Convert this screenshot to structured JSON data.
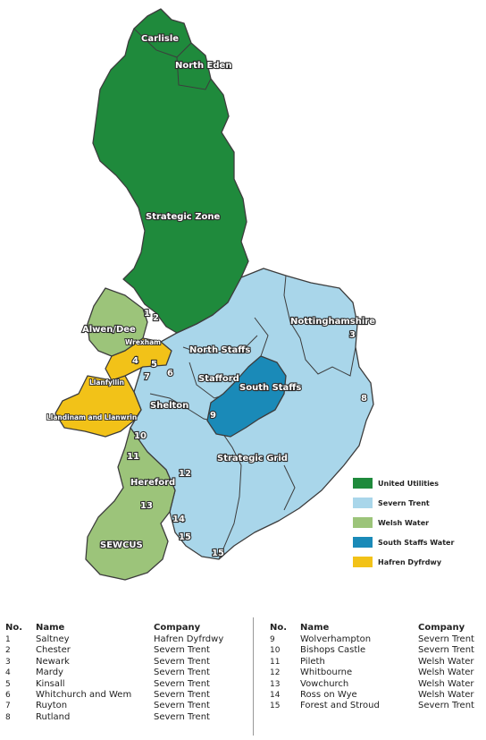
{
  "colors": {
    "united_utilities": "#1f8a3c",
    "severn_trent": "#a9d6ea",
    "welsh_water": "#9cc47a",
    "south_staffs_water": "#1a8ab8",
    "hafren_dyfrdwy": "#f2c218"
  },
  "map": {
    "labels": {
      "carlisle": "Carlisle",
      "north_eden": "North Eden",
      "strategic_zone": "Strategic Zone",
      "alwen_dee": "Alwen/Dee",
      "wrexham": "Wrexham",
      "llanfyllin": "Llanfyllin",
      "llandinam": "Llandinam and Llanwrin",
      "north_staffs": "North Staffs",
      "nottinghamshire": "Nottinghamshire",
      "stafford": "Stafford",
      "south_staffs": "South Staffs",
      "shelton": "Shelton",
      "strategic_grid": "Strategic Grid",
      "hereford": "Hereford",
      "sewcus": "SEWCUS"
    },
    "numbers": [
      "1",
      "2",
      "3",
      "4",
      "5",
      "6",
      "7",
      "8",
      "9",
      "10",
      "11",
      "12",
      "13",
      "14",
      "15",
      "15"
    ]
  },
  "legend": [
    {
      "label": "United Utilities",
      "color": "#1f8a3c"
    },
    {
      "label": "Severn Trent",
      "color": "#a9d6ea"
    },
    {
      "label": "Welsh Water",
      "color": "#9cc47a"
    },
    {
      "label": "South Staffs Water",
      "color": "#1a8ab8"
    },
    {
      "label": "Hafren Dyfrdwy",
      "color": "#f2c218"
    }
  ],
  "table": {
    "headers": {
      "no": "No.",
      "name": "Name",
      "company": "Company"
    },
    "left": [
      {
        "no": "1",
        "name": "Saltney",
        "company": "Hafren Dyfrdwy"
      },
      {
        "no": "2",
        "name": "Chester",
        "company": "Severn Trent"
      },
      {
        "no": "3",
        "name": "Newark",
        "company": "Severn Trent"
      },
      {
        "no": "4",
        "name": "Mardy",
        "company": "Severn Trent"
      },
      {
        "no": "5",
        "name": "Kinsall",
        "company": "Severn Trent"
      },
      {
        "no": "6",
        "name": "Whitchurch and Wem",
        "company": "Severn Trent"
      },
      {
        "no": "7",
        "name": "Ruyton",
        "company": "Severn Trent"
      },
      {
        "no": "8",
        "name": "Rutland",
        "company": "Severn Trent"
      }
    ],
    "right": [
      {
        "no": "9",
        "name": "Wolverhampton",
        "company": "Severn Trent"
      },
      {
        "no": "10",
        "name": "Bishops Castle",
        "company": "Severn Trent"
      },
      {
        "no": "11",
        "name": "Pileth",
        "company": "Welsh Water"
      },
      {
        "no": "12",
        "name": "Whitbourne",
        "company": "Welsh Water"
      },
      {
        "no": "13",
        "name": "Vowchurch",
        "company": "Welsh Water"
      },
      {
        "no": "14",
        "name": "Ross on Wye",
        "company": "Welsh Water"
      },
      {
        "no": "15",
        "name": "Forest and Stroud",
        "company": "Severn Trent"
      }
    ]
  }
}
